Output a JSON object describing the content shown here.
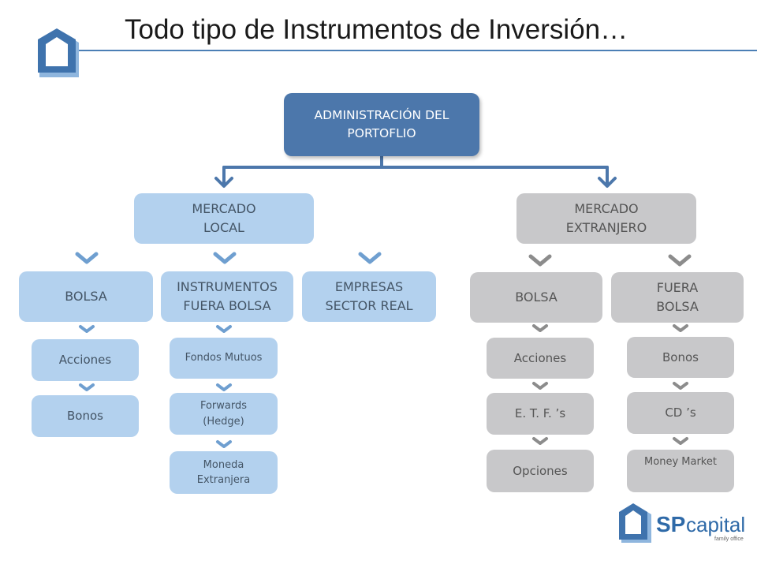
{
  "header": {
    "title": "Todo tipo de Instrumentos de Inversión…"
  },
  "colors": {
    "root": "#4c77ab",
    "local": "#b3d1ee",
    "foreign": "#c8c8ca",
    "rule": "#4b7fb5",
    "chevron_blue": "#6f9fd0",
    "chevron_grey": "#8c8c8c"
  },
  "diagram": {
    "root": {
      "label": "ADMINISTRACIÓN DEL\nPORTOFLIO"
    },
    "local": {
      "label": "MERCADO\nLOCAL",
      "bolsa": {
        "label": "BOLSA",
        "items": [
          "Acciones",
          "Bonos"
        ]
      },
      "fuera_bolsa": {
        "label": "INSTRUMENTOS\nFUERA BOLSA",
        "items": [
          "Fondos Mutuos",
          "Forwards\n(Hedge)",
          "Moneda\nExtranjera"
        ]
      },
      "empresas": {
        "label": "EMPRESAS\nSECTOR REAL"
      }
    },
    "foreign": {
      "label": "MERCADO\nEXTRANJERO",
      "bolsa": {
        "label": "BOLSA",
        "items": [
          "Acciones",
          "E. T. F. ’s",
          "Opciones"
        ]
      },
      "fuera_bolsa": {
        "label": "FUERA\nBOLSA",
        "items": [
          "Bonos",
          "CD ’s",
          "Money Market"
        ]
      }
    }
  },
  "brand": {
    "sp": "SP",
    "capital": "capital",
    "tagline": "family office"
  }
}
